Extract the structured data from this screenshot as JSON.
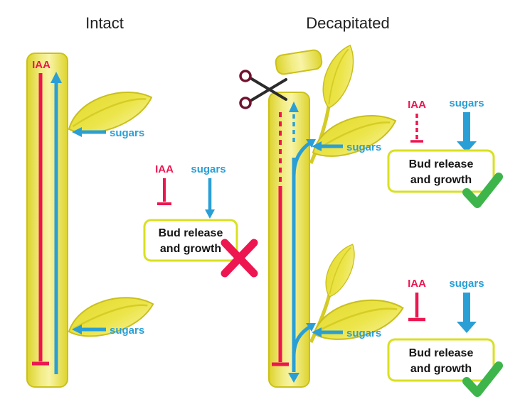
{
  "figure": {
    "background": "#ffffff",
    "intact": {
      "title": "Intact",
      "stem_iaa_label": "IAA",
      "upper_leaf_sugars_label": "sugars",
      "lower_leaf_sugars_label": "sugars",
      "bud_schema": {
        "iaa_label": "IAA",
        "sugars_label": "sugars",
        "box_line1": "Bud release",
        "box_line2": "and growth",
        "result_icon": "cross-icon"
      }
    },
    "decapitated": {
      "title": "Decapitated",
      "upper_bud_sugars_label": "sugars",
      "lower_bud_sugars_label": "sugars",
      "upper_bud_schema": {
        "iaa_label": "IAA",
        "sugars_label": "sugars",
        "box_line1": "Bud release",
        "box_line2": "and growth",
        "result_icon": "check-icon"
      },
      "lower_bud_schema": {
        "iaa_label": "IAA",
        "sugars_label": "sugars",
        "box_line1": "Bud release",
        "box_line2": "and growth",
        "result_icon": "check-icon"
      }
    },
    "colors": {
      "iaa_red": "#ed1650",
      "sugars_blue": "#2a9fd6",
      "stem_yellow": "#efe84a",
      "stem_border": "#cbc11c",
      "box_border": "#d9e021",
      "check_green": "#3db54b",
      "cross_red": "#ed1650",
      "title_text": "#1f1f1f"
    }
  }
}
